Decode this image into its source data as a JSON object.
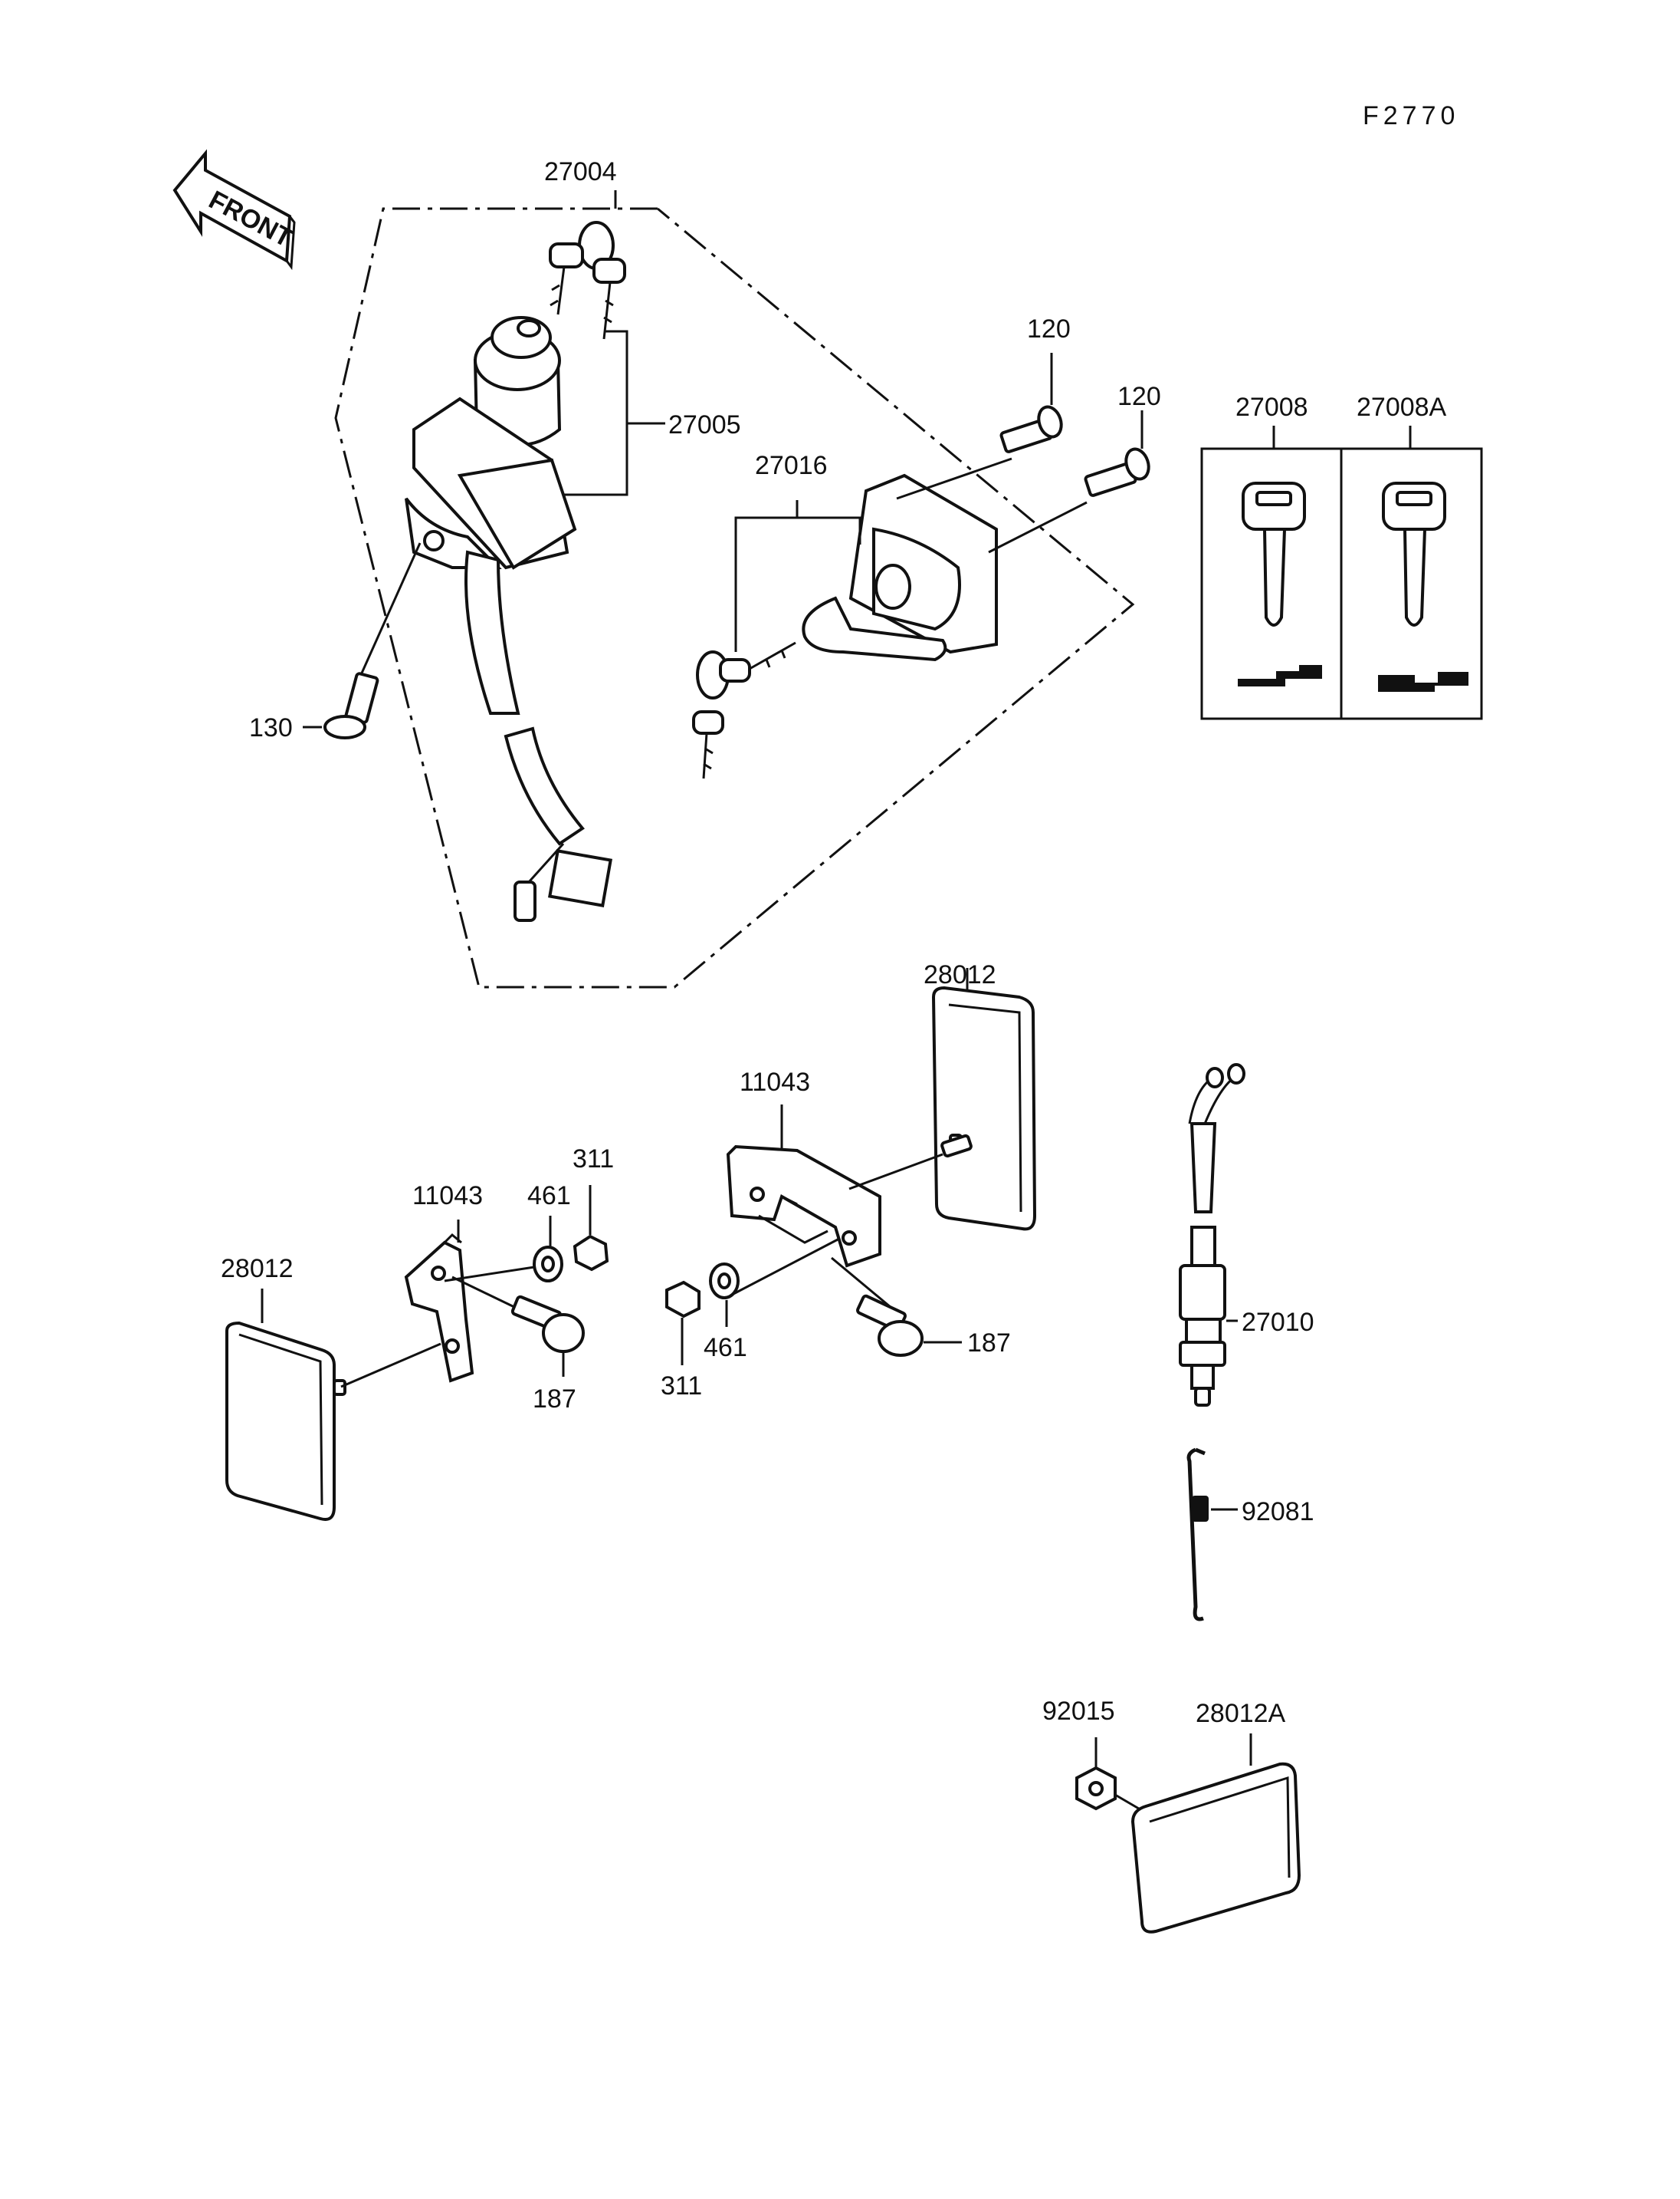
{
  "figure_code": "F2770",
  "front_label": "FRONT",
  "labels": {
    "p27004": "27004",
    "p27005": "27005",
    "p27016": "27016",
    "p120a": "120",
    "p120b": "120",
    "p130": "130",
    "p27008": "27008",
    "p27008A": "27008A",
    "p28012_right": "28012",
    "p28012_left": "28012",
    "p11043_right": "11043",
    "p11043_left": "11043",
    "p311_left": "311",
    "p461_left": "461",
    "p187_left": "187",
    "p311_right": "311",
    "p461_right": "461",
    "p187_right": "187",
    "p27010": "27010",
    "p92081": "92081",
    "p92015": "92015",
    "p28012A": "28012A"
  }
}
